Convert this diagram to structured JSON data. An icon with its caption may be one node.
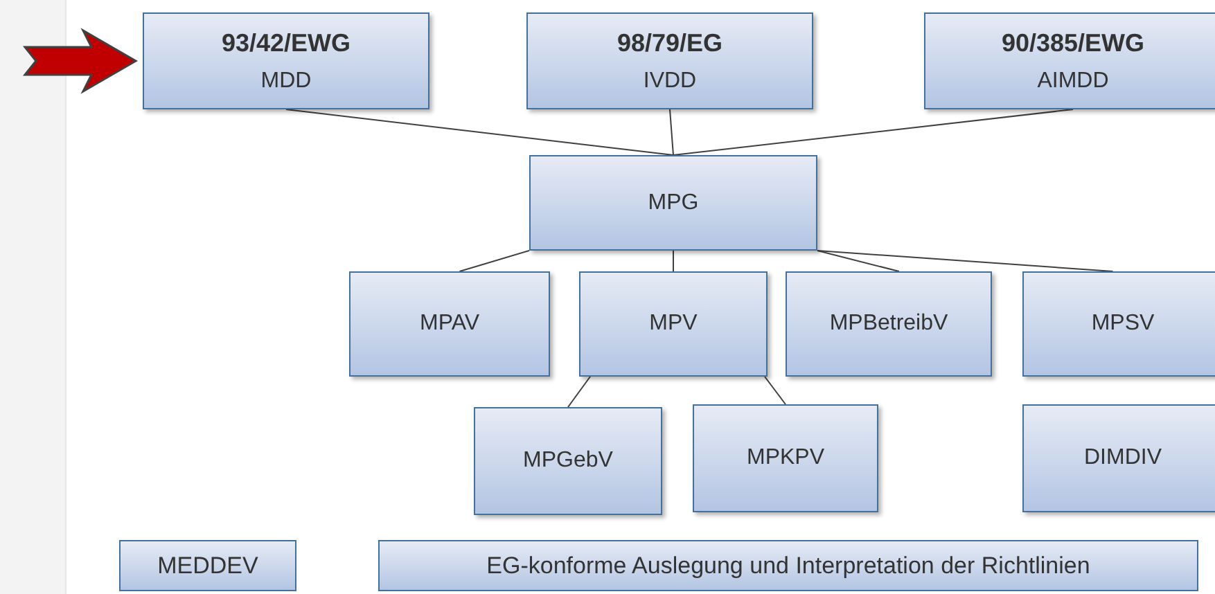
{
  "diagram": {
    "nodes": [
      {
        "text": [
          "93/42/EWG",
          "MDD"
        ]
      },
      {
        "text": [
          "98/79/EG",
          "IVDD"
        ]
      },
      {
        "text": [
          "90/385/EWG",
          "AIMDD"
        ]
      },
      {
        "text": [
          "MPG"
        ]
      },
      {
        "text": [
          "MPAV"
        ]
      },
      {
        "text": [
          "MPV"
        ]
      },
      {
        "text": [
          "MPBetreibV"
        ]
      },
      {
        "text": [
          "MPSV"
        ]
      },
      {
        "text": [
          "MPGebV"
        ]
      },
      {
        "text": [
          "MPKPV"
        ]
      },
      {
        "text": [
          "DIMDIV"
        ]
      },
      {
        "text": [
          "MEDDEV"
        ]
      },
      {
        "text": [
          "EG-konforme Auslegung und Interpretation der Richtlinien"
        ]
      }
    ],
    "edges": [
      {
        "from": null,
        "to": 0,
        "arrow": "to",
        "style": "thick",
        "color": "#c00000"
      },
      {
        "from": 0,
        "to": 3,
        "arrow": "none"
      },
      {
        "from": 1,
        "to": 3,
        "arrow": "none"
      },
      {
        "from": 2,
        "to": 3,
        "arrow": "none"
      },
      {
        "from": 3,
        "to": 4,
        "arrow": "none"
      },
      {
        "from": 3,
        "to": 5,
        "arrow": "none"
      },
      {
        "from": 3,
        "to": 6,
        "arrow": "none"
      },
      {
        "from": 3,
        "to": 7,
        "arrow": "none"
      },
      {
        "from": 5,
        "to": 8,
        "arrow": "none"
      },
      {
        "from": 5,
        "to": 9,
        "arrow": "none"
      }
    ]
  }
}
